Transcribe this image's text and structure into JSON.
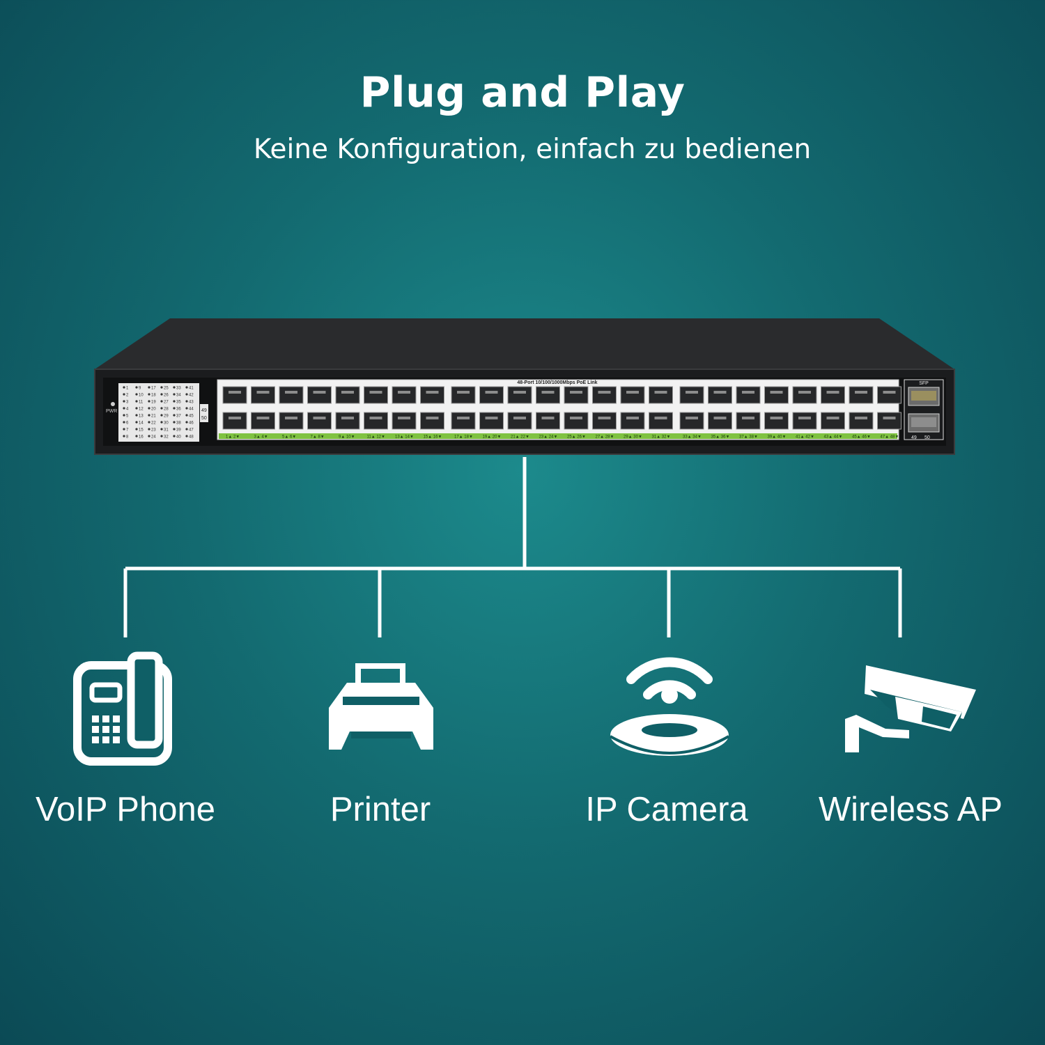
{
  "header": {
    "title": "Plug and Play",
    "subtitle": "Keine Konfiguration, einfach zu bedienen"
  },
  "switch": {
    "model_text": "48-Port 10/100/1000Mbps PoE Link",
    "power_label": "PWR",
    "sfp_label": "SFP",
    "sfp_ports": [
      "49",
      "50"
    ],
    "rj45_port_count": 48,
    "led_numbers": [
      "1",
      "2",
      "3",
      "4",
      "5",
      "6",
      "7",
      "8",
      "9",
      "10",
      "11",
      "12",
      "13",
      "14",
      "15",
      "16",
      "17",
      "18",
      "19",
      "20",
      "21",
      "22",
      "23",
      "24",
      "25",
      "26",
      "27",
      "28",
      "29",
      "30",
      "31",
      "32",
      "33",
      "34",
      "35",
      "36",
      "37",
      "38",
      "39",
      "40",
      "41",
      "42",
      "43",
      "44",
      "45",
      "46",
      "47",
      "48"
    ],
    "uplink_leds": [
      "49",
      "50"
    ],
    "colors": {
      "body": "#1b1c1e",
      "port_label_strip": "#7fc241"
    }
  },
  "devices": [
    {
      "label": "VoIP Phone",
      "icon": "voip-phone-icon"
    },
    {
      "label": "Printer",
      "icon": "printer-icon"
    },
    {
      "label": "IP Camera",
      "icon": "ip-camera-icon"
    },
    {
      "label": "Wireless AP",
      "icon": "wireless-ap-icon"
    }
  ],
  "colors": {
    "background": "#136a70",
    "foreground": "#ffffff"
  }
}
